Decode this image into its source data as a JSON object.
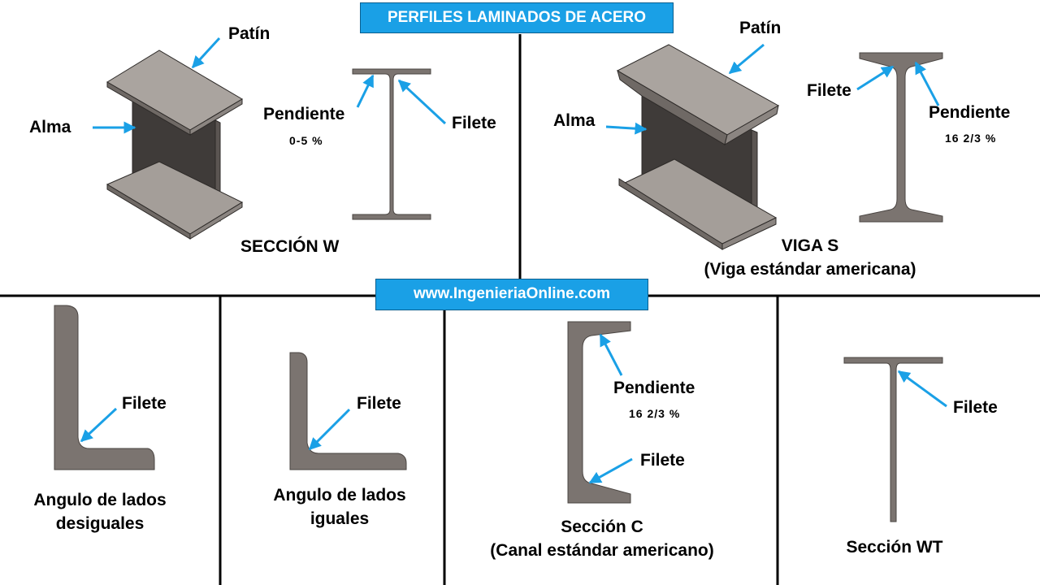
{
  "title": "PERFILES LAMINADOS DE ACERO",
  "website": "www.IngenieriaOnline.com",
  "colors": {
    "accent": "#1aa0e6",
    "steel": "#7b7470",
    "steel_dark": "#3a3634",
    "steel_light": "#aaa49f",
    "divider": "#000000"
  },
  "panels": {
    "w_section": {
      "flange_label": "Patín",
      "web_label": "Alma",
      "slope_label": "Pendiente",
      "slope_value": "0-5 %",
      "fillet_label": "Filete",
      "caption": "SECCIÓN W"
    },
    "s_beam": {
      "flange_label": "Patín",
      "web_label": "Alma",
      "fillet_label": "Filete",
      "slope_label": "Pendiente",
      "slope_value": "16 2/3 %",
      "caption": "VIGA S",
      "subcaption": "(Viga estándar americana)"
    },
    "unequal_angle": {
      "fillet_label": "Filete",
      "caption_line1": "Angulo de lados",
      "caption_line2": "desiguales"
    },
    "equal_angle": {
      "fillet_label": "Filete",
      "caption_line1": "Angulo de lados",
      "caption_line2": "iguales"
    },
    "c_section": {
      "slope_label": "Pendiente",
      "slope_value": "16 2/3 %",
      "fillet_label": "Filete",
      "caption": "Sección C",
      "subcaption": "(Canal estándar americano)"
    },
    "wt_section": {
      "fillet_label": "Filete",
      "caption": "Sección WT"
    }
  }
}
